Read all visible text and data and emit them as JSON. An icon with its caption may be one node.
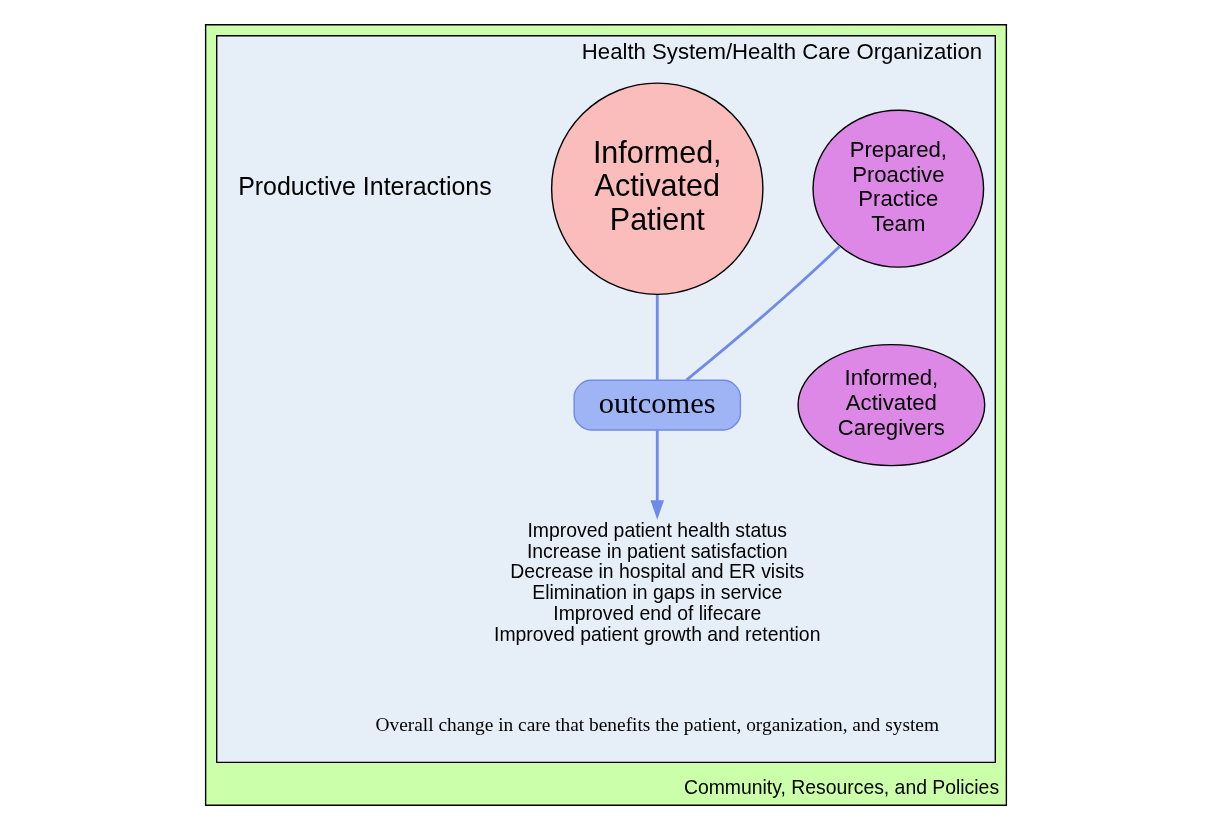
{
  "diagram": {
    "nodes": [
      {
        "text": [
          "Community, Resources, and Policies"
        ]
      },
      {
        "text": [
          "Health System/Health Care Organization"
        ],
        "in": 0
      },
      {
        "text": [
          "Informed, Activated Patient"
        ],
        "in": 1
      },
      {
        "text": [
          "Prepared, Proactive Practice Team"
        ],
        "in": 1
      },
      {
        "text": [
          "Informed, Activated Caregivers"
        ],
        "in": 1
      },
      {
        "text": [
          "outcomes"
        ],
        "in": 1
      },
      {
        "text": [
          "Improved patient health status",
          "Increase in patient satisfaction",
          "Decrease in hospital and ER visits",
          "Elimination in gaps in service",
          "Improved end of lifecare",
          "Improved patient growth and retention"
        ],
        "in": 1
      }
    ],
    "edges": [
      {
        "from": 2,
        "to": 5,
        "arrow": "none"
      },
      {
        "from": 3,
        "to": 5,
        "arrow": "none"
      },
      {
        "from": 5,
        "to": 6,
        "arrow": "to"
      }
    ],
    "labels": [
      "Productive Interactions",
      "Overall change in care that benefits the patient, organization, and system"
    ]
  }
}
